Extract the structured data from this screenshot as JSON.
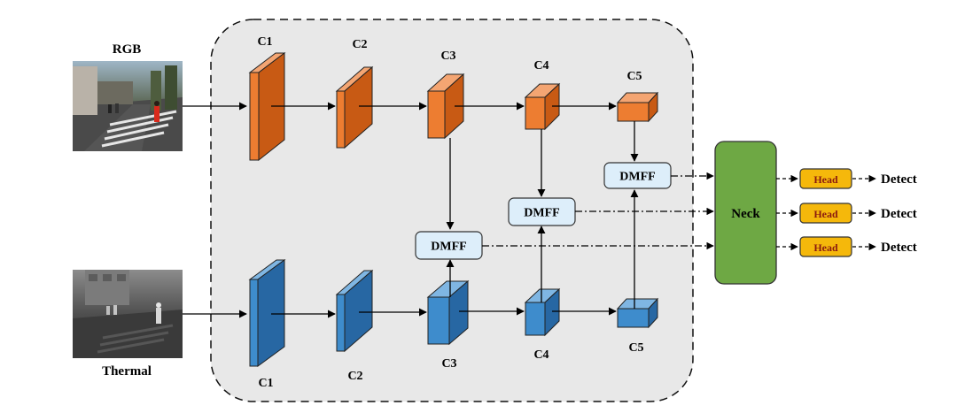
{
  "inputs": {
    "rgb_label": "RGB",
    "thermal_label": "Thermal"
  },
  "rgb_stages": [
    "C1",
    "C2",
    "C3",
    "C4",
    "C5"
  ],
  "thermal_stages": [
    "C1",
    "C2",
    "C3",
    "C4",
    "C5"
  ],
  "fusion": {
    "top_label": "DMFF",
    "middle_label": "DMFF",
    "bottom_label": "DMFF"
  },
  "neck_label": "Neck",
  "heads": [
    {
      "label": "Head",
      "output": "Detect"
    },
    {
      "label": "Head",
      "output": "Detect"
    },
    {
      "label": "Head",
      "output": "Detect"
    }
  ],
  "colors": {
    "rgb_front": "#ed7d31",
    "rgb_top": "#f4a572",
    "rgb_side": "#c85a14",
    "th_front": "#3e8ccc",
    "th_top": "#7fb6e3",
    "th_side": "#2767a3",
    "backbone_bg": "#e8e8e8",
    "dmff_fill": "#ddeefa",
    "neck_fill": "#6ea844",
    "head_fill": "#f5b80b"
  },
  "icons": {
    "rgb_image": "rgb-photo-street-scene",
    "thermal_image": "thermal-photo-street-scene"
  }
}
